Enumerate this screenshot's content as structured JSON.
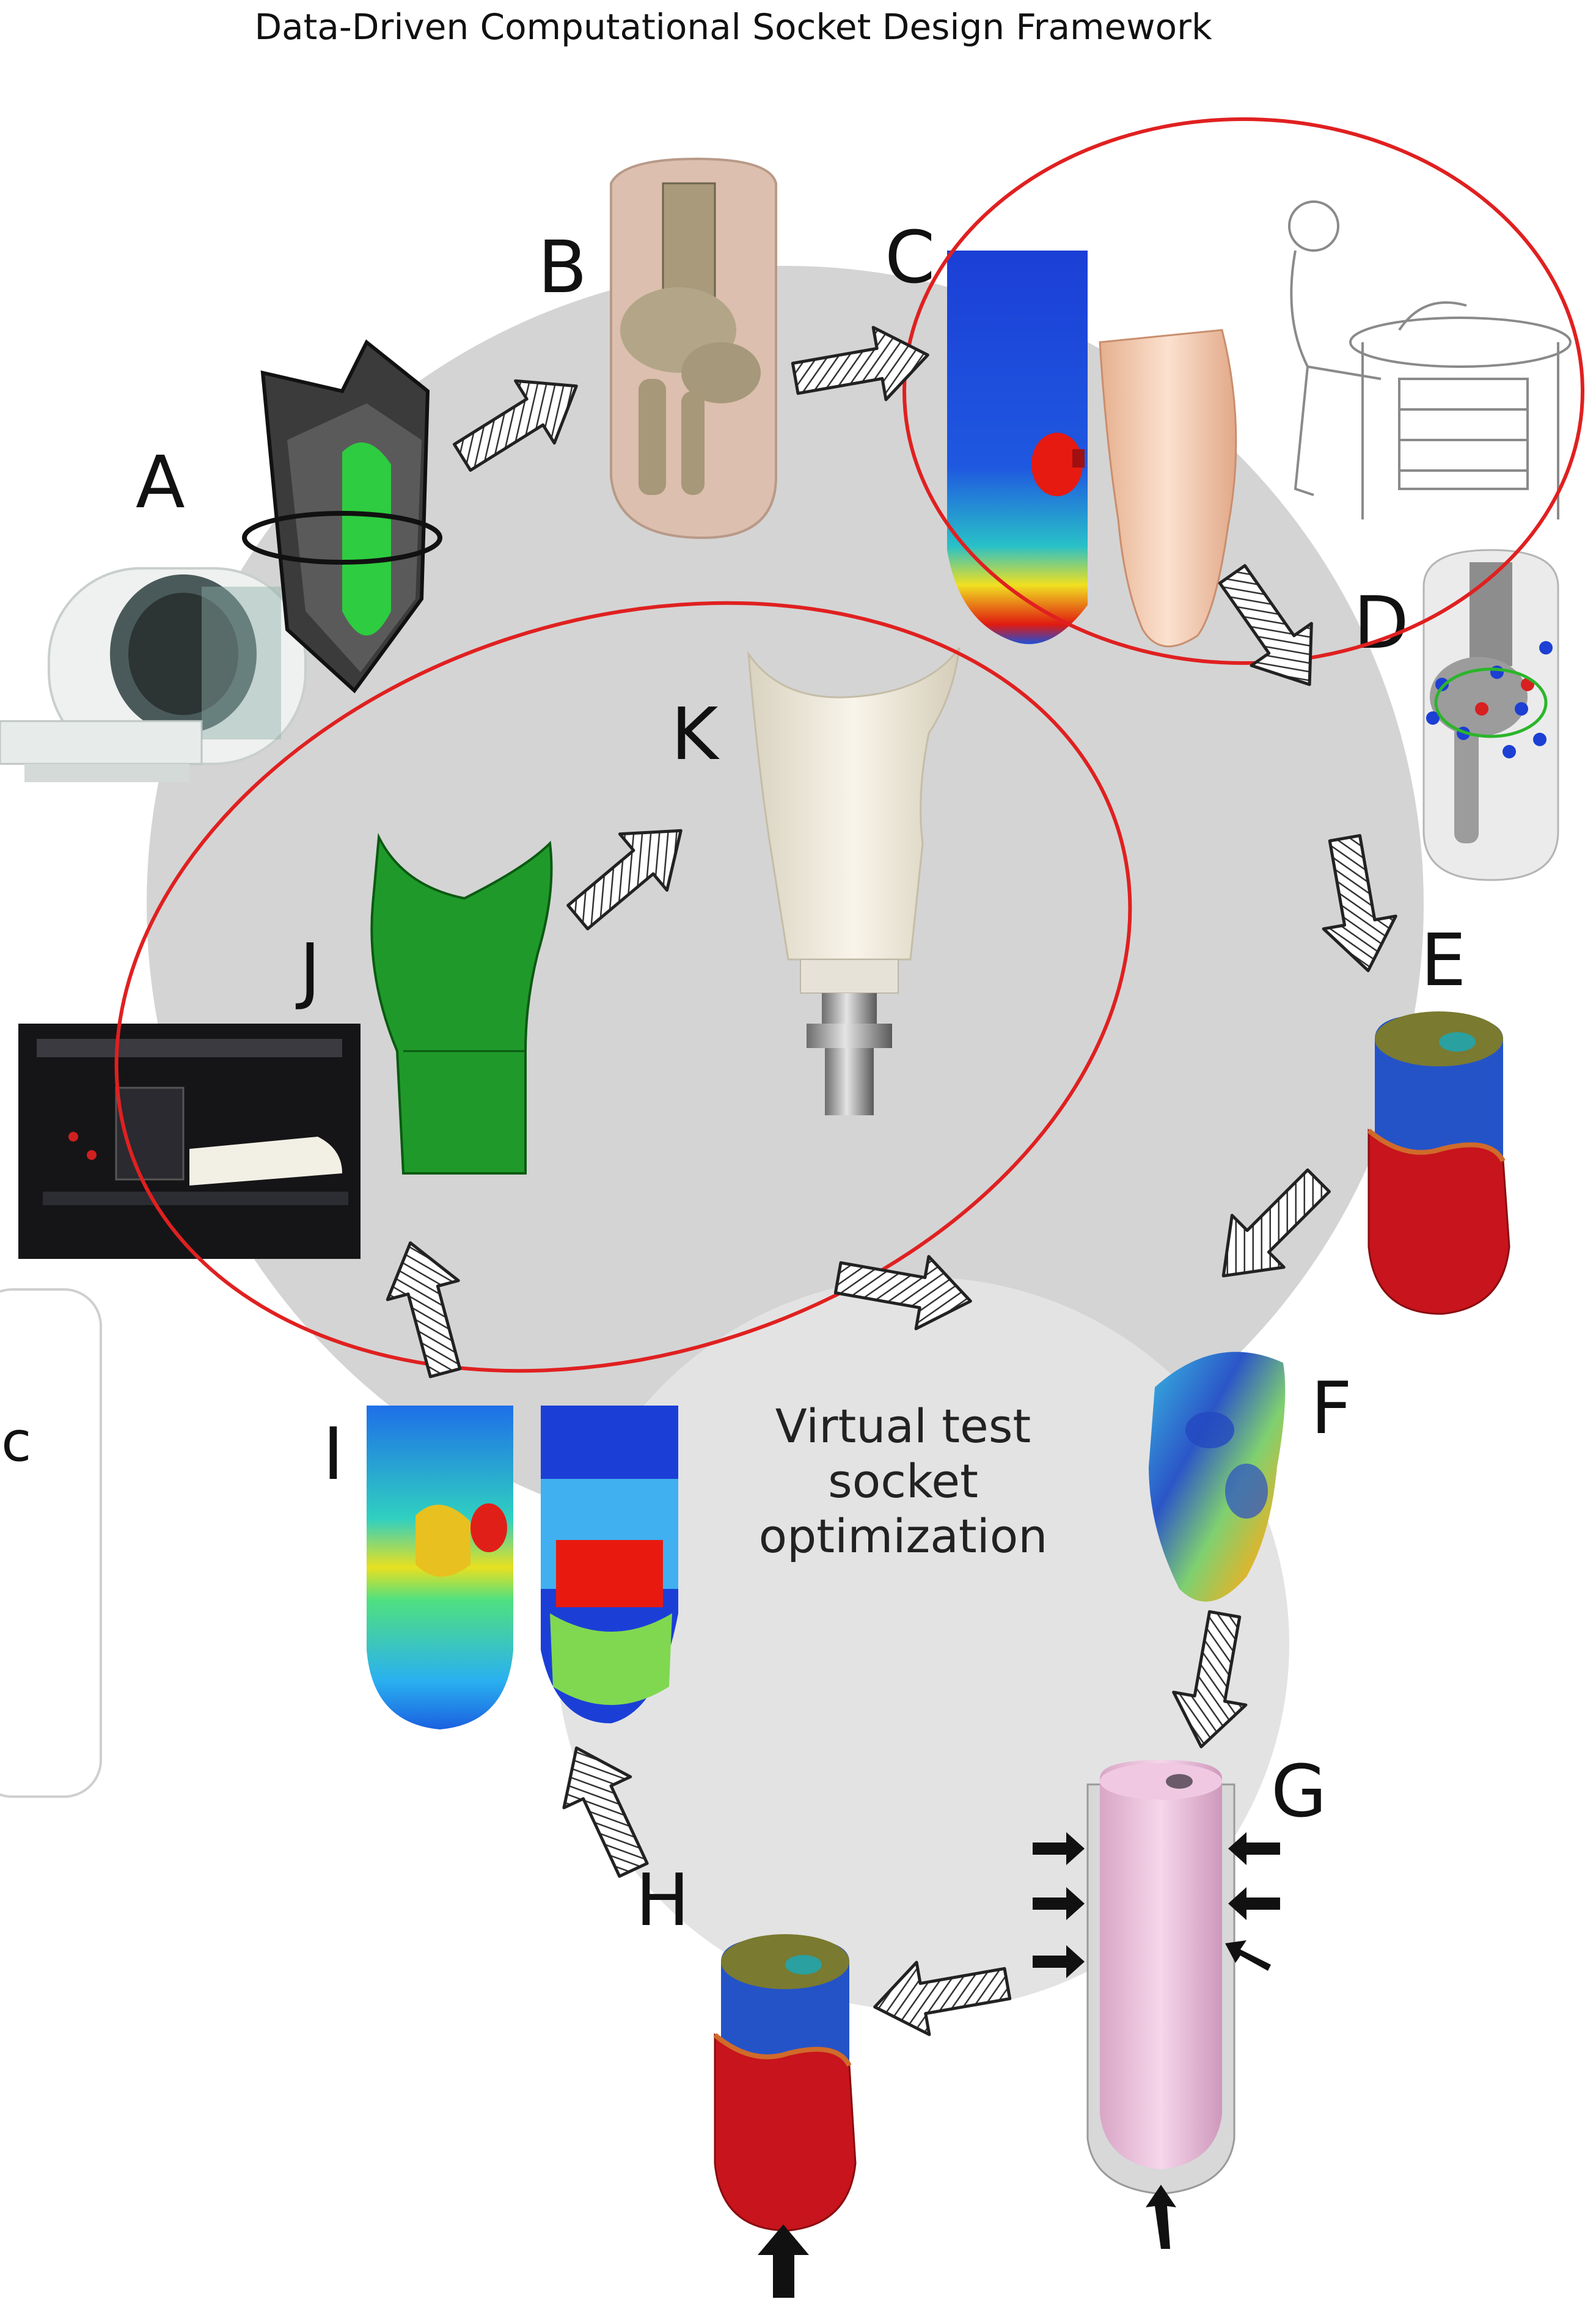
{
  "title": "Data-Driven Computational Socket Design Framework",
  "panels": {
    "A": "A",
    "B": "B",
    "C": "C",
    "D": "D",
    "E": "E",
    "F": "F",
    "G": "G",
    "H": "H",
    "I": "I",
    "J": "J",
    "K": "K"
  },
  "inner_cycle": {
    "line1": "Virtual test",
    "line2": "socket",
    "line3": "optimization"
  },
  "side_box_fragment": "c",
  "colors": {
    "outer_circle": "#d4d4d4",
    "inner_circle": "#e3e3e3",
    "highlight_ellipse": "#e02020",
    "fea_red": "#c8141c",
    "fea_blue": "#2453c8",
    "mesh_green": "#1f9a2a",
    "socket_white": "#f1ece0",
    "bone_tan": "#b3a688"
  },
  "icons": [
    "mri-scanner-icon",
    "hatched-arrow-icon",
    "force-arrow-icon",
    "3d-printer-icon"
  ]
}
